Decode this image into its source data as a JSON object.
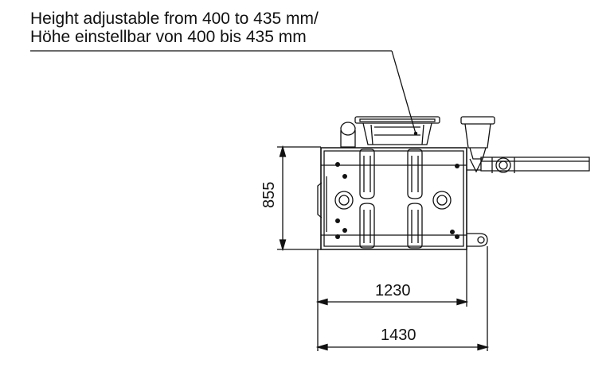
{
  "annotation": {
    "line1": "Height adjustable from 400 to 435 mm/",
    "line2": "Höhe einstellbar von 400 bis 435 mm"
  },
  "dimensions": {
    "height": "855",
    "inner_width": "1230",
    "outer_width": "1430"
  }
}
